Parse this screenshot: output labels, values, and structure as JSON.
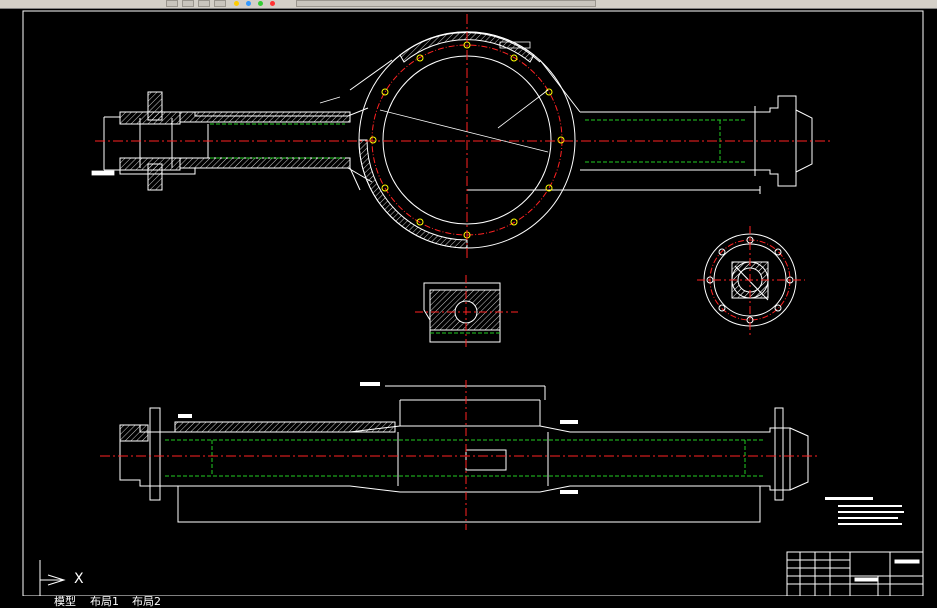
{
  "toolbar": {
    "buttons": [
      "layer-icon",
      "properties-icon",
      "color-icon",
      "linetype-icon",
      "lineweight-icon"
    ],
    "indicators": [
      "#ffcc00",
      "#3399ff",
      "#33cc33",
      "#ff3333"
    ]
  },
  "drawing": {
    "ucs_x_label": "X",
    "colors": {
      "background": "#000000",
      "outline": "#ffffff",
      "centerline": "#ff2222",
      "hidden": "#22cc22",
      "bolt_circle": "#ff2222",
      "bolt_holes": "#ffff00"
    }
  },
  "tabs": [
    "模型",
    "布局1",
    "布局2"
  ]
}
